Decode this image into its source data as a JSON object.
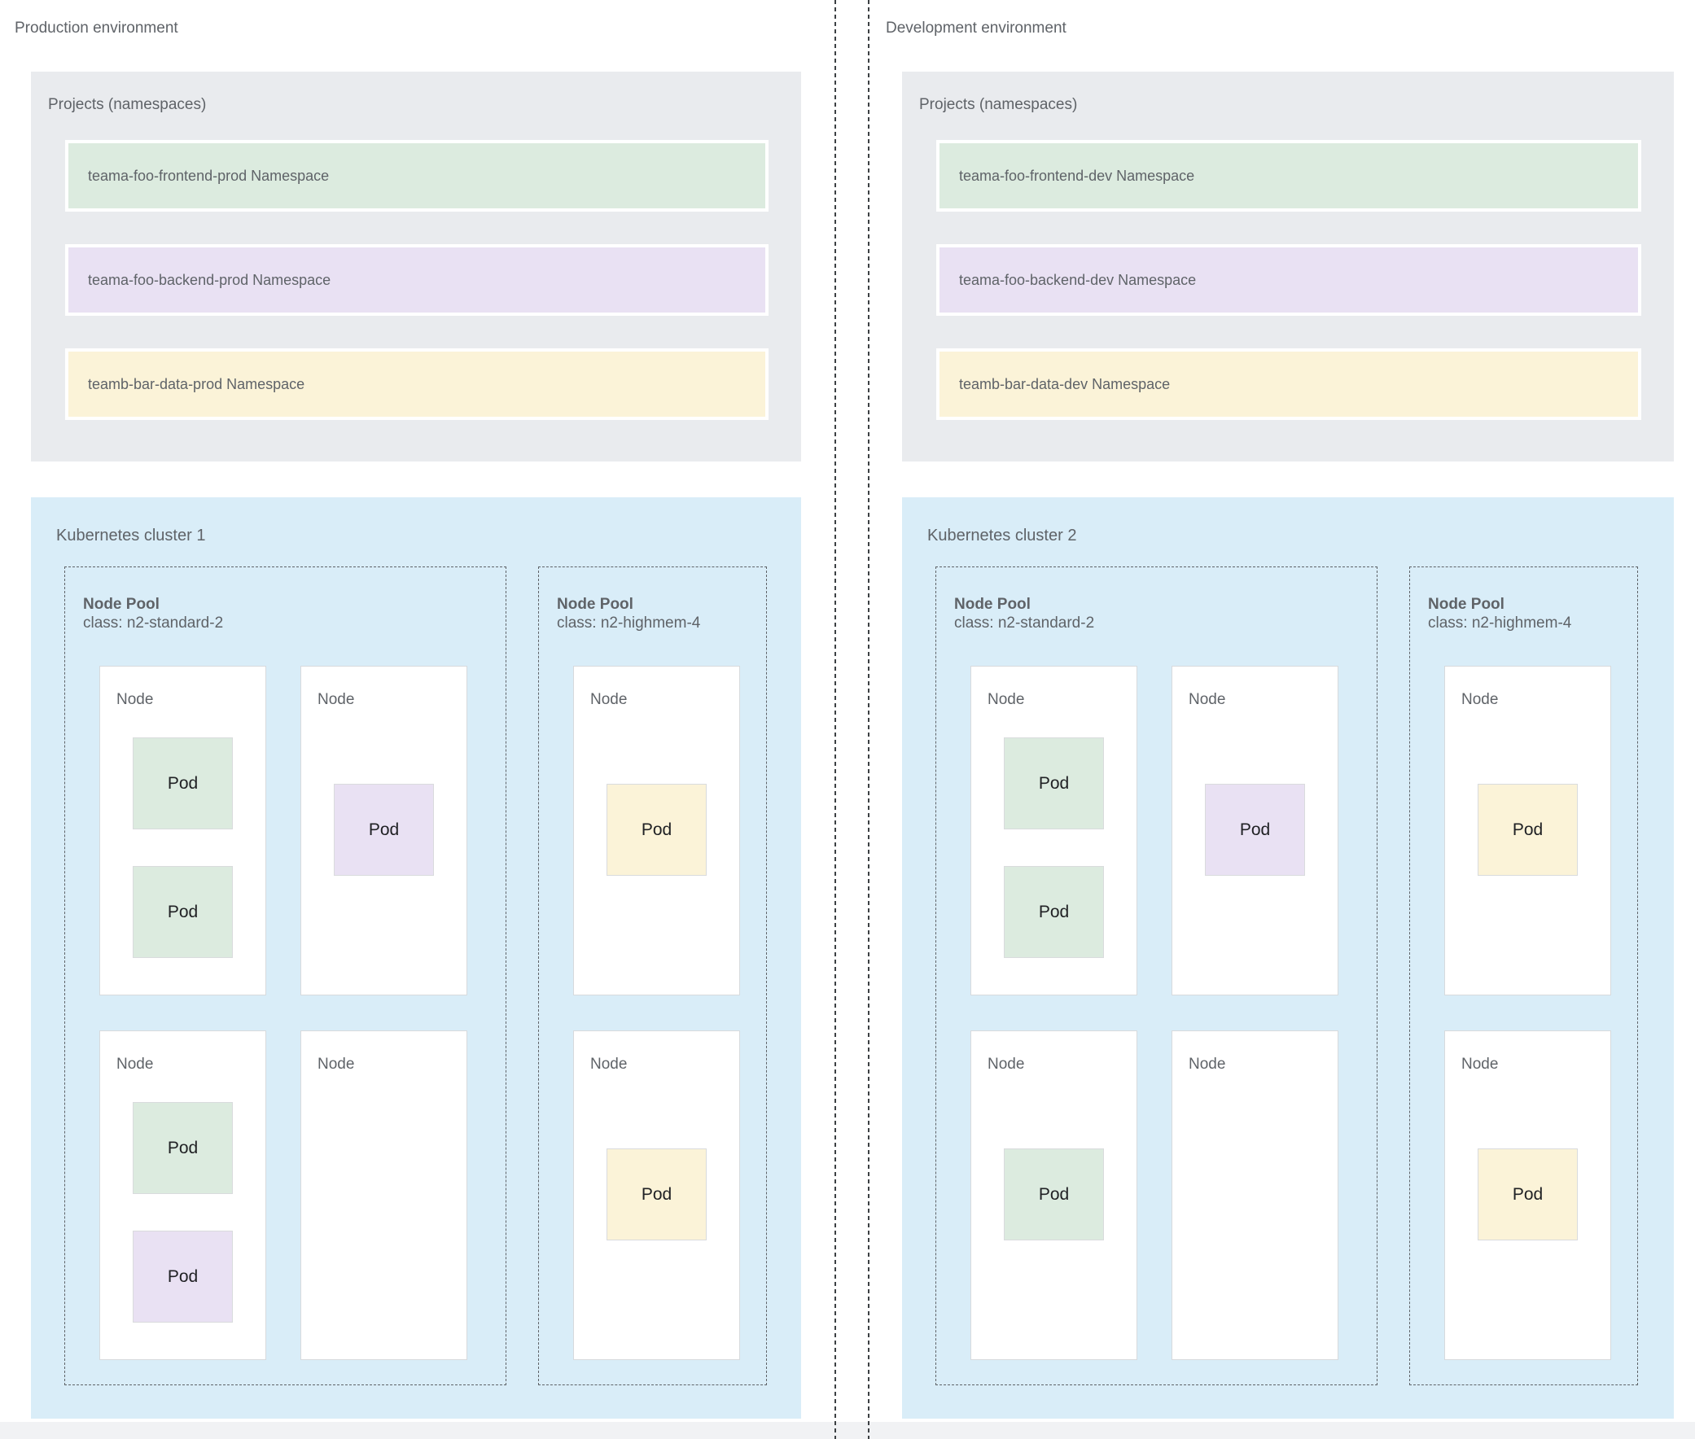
{
  "colors": {
    "namespace_green": "#dcebdf",
    "namespace_purple": "#e9e1f3",
    "namespace_yellow": "#fbf3d8",
    "projects_box_gray": "#e9ebee",
    "cluster_box_blue": "#d9edf8",
    "label_text_gray": "#5f6368",
    "pod_text": "#202124",
    "dashed_border": "#5f6368",
    "footer_strip": "#f1f2f4"
  },
  "environments": [
    {
      "title": "Production environment",
      "projects": {
        "title": "Projects (namespaces)",
        "namespaces": [
          {
            "label": "teama-foo-frontend-prod Namespace",
            "color": "green"
          },
          {
            "label": "teama-foo-backend-prod Namespace",
            "color": "purple"
          },
          {
            "label": "teamb-bar-data-prod Namespace",
            "color": "yellow"
          }
        ]
      },
      "cluster": {
        "title": "Kubernetes cluster 1",
        "node_pools": [
          {
            "title": "Node Pool",
            "class_label": "class: n2-standard-2",
            "nodes": [
              {
                "label": "Node",
                "pods": [
                  {
                    "label": "Pod",
                    "color": "green",
                    "slot": "top"
                  },
                  {
                    "label": "Pod",
                    "color": "green",
                    "slot": "second"
                  }
                ]
              },
              {
                "label": "Node",
                "pods": [
                  {
                    "label": "Pod",
                    "color": "purple",
                    "slot": "middle"
                  }
                ]
              },
              {
                "label": "Node",
                "pods": [
                  {
                    "label": "Pod",
                    "color": "green",
                    "slot": "top"
                  },
                  {
                    "label": "Pod",
                    "color": "purple",
                    "slot": "second"
                  }
                ]
              },
              {
                "label": "Node",
                "pods": []
              }
            ]
          },
          {
            "title": "Node Pool",
            "class_label": "class: n2-highmem-4",
            "nodes": [
              {
                "label": "Node",
                "pods": [
                  {
                    "label": "Pod",
                    "color": "yellow",
                    "slot": "middle"
                  }
                ]
              },
              {
                "label": "Node",
                "pods": [
                  {
                    "label": "Pod",
                    "color": "yellow",
                    "slot": "middle"
                  }
                ]
              }
            ]
          }
        ]
      }
    },
    {
      "title": "Development environment",
      "projects": {
        "title": "Projects (namespaces)",
        "namespaces": [
          {
            "label": "teama-foo-frontend-dev Namespace",
            "color": "green"
          },
          {
            "label": "teama-foo-backend-dev Namespace",
            "color": "purple"
          },
          {
            "label": "teamb-bar-data-dev Namespace",
            "color": "yellow"
          }
        ]
      },
      "cluster": {
        "title": "Kubernetes cluster 2",
        "node_pools": [
          {
            "title": "Node Pool",
            "class_label": "class: n2-standard-2",
            "nodes": [
              {
                "label": "Node",
                "pods": [
                  {
                    "label": "Pod",
                    "color": "green",
                    "slot": "top"
                  },
                  {
                    "label": "Pod",
                    "color": "green",
                    "slot": "second"
                  }
                ]
              },
              {
                "label": "Node",
                "pods": [
                  {
                    "label": "Pod",
                    "color": "purple",
                    "slot": "middle"
                  }
                ]
              },
              {
                "label": "Node",
                "pods": [
                  {
                    "label": "Pod",
                    "color": "green",
                    "slot": "middle"
                  }
                ]
              },
              {
                "label": "Node",
                "pods": []
              }
            ]
          },
          {
            "title": "Node Pool",
            "class_label": "class: n2-highmem-4",
            "nodes": [
              {
                "label": "Node",
                "pods": [
                  {
                    "label": "Pod",
                    "color": "yellow",
                    "slot": "middle"
                  }
                ]
              },
              {
                "label": "Node",
                "pods": [
                  {
                    "label": "Pod",
                    "color": "yellow",
                    "slot": "middle"
                  }
                ]
              }
            ]
          }
        ]
      }
    }
  ]
}
